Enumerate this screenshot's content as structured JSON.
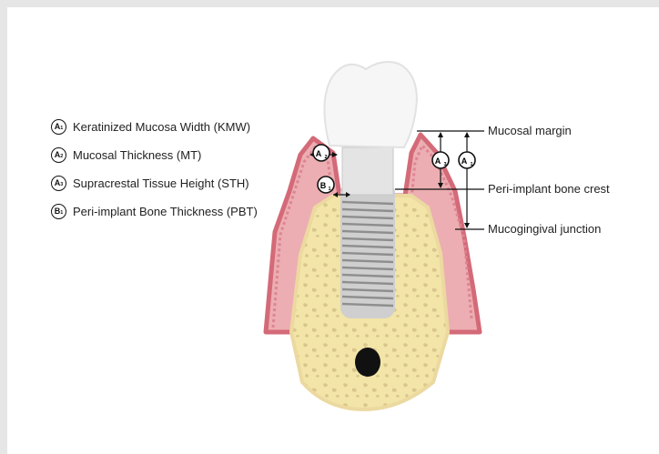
{
  "legend": [
    {
      "badge_letter": "A",
      "badge_sub": "1",
      "label": "Keratinized Mucosa Width (KMW)"
    },
    {
      "badge_letter": "A",
      "badge_sub": "2",
      "label": "Mucosal Thickness (MT)"
    },
    {
      "badge_letter": "A",
      "badge_sub": "3",
      "label": "Supracrestal Tissue Height (STH)"
    },
    {
      "badge_letter": "B",
      "badge_sub": "1",
      "label": "Peri-implant Bone Thickness (PBT)"
    }
  ],
  "annotations": {
    "mucosal_margin": "Mucosal margin",
    "bone_crest": "Peri-implant bone crest",
    "mucogingival_junction": "Mucogingival junction"
  },
  "diagram_badges": {
    "a2": {
      "letter": "A",
      "sub": "2"
    },
    "b1": {
      "letter": "B",
      "sub": "1"
    },
    "a3": {
      "letter": "A",
      "sub": "3"
    },
    "a1": {
      "letter": "A",
      "sub": "1"
    }
  },
  "colors": {
    "gingiva": "#ecaeb2",
    "gingiva_edge": "#d76d7a",
    "bone": "#f3e4a8",
    "bone_texture": "#d9c68a",
    "crown": "#f7f7f7",
    "implant": "#c9c9c9"
  }
}
